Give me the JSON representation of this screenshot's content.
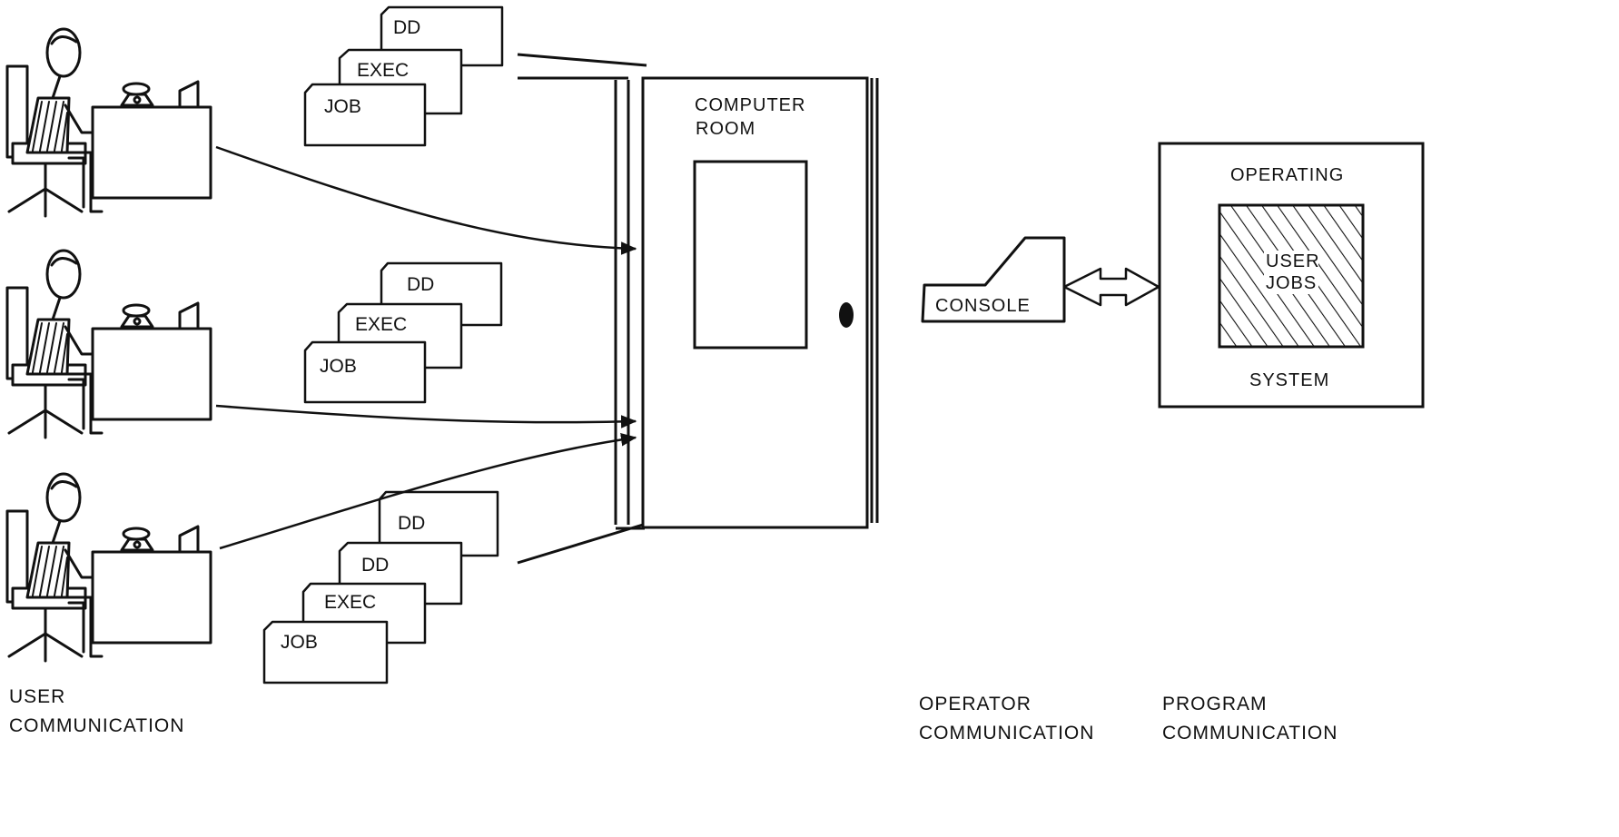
{
  "desks": [
    {
      "cards": [
        "DD",
        "EXEC",
        "JOB"
      ]
    },
    {
      "cards": [
        "DD",
        "EXEC",
        "JOB"
      ]
    },
    {
      "cards": [
        "DD",
        "DD",
        "EXEC",
        "JOB"
      ]
    }
  ],
  "computer_room": {
    "label_line1": "COMPUTER",
    "label_line2": "ROOM"
  },
  "console": {
    "label": "CONSOLE"
  },
  "operating_system": {
    "top": "OPERATING",
    "bottom": "SYSTEM",
    "inner_line1": "USER",
    "inner_line2": "JOBS"
  },
  "captions": {
    "user": {
      "line1": "USER",
      "line2": "COMMUNICATION"
    },
    "operator": {
      "line1": "OPERATOR",
      "line2": "COMMUNICATION"
    },
    "program": {
      "line1": "PROGRAM",
      "line2": "COMMUNICATION"
    }
  },
  "colors": {
    "ink": "#111111",
    "paper": "#ffffff"
  }
}
